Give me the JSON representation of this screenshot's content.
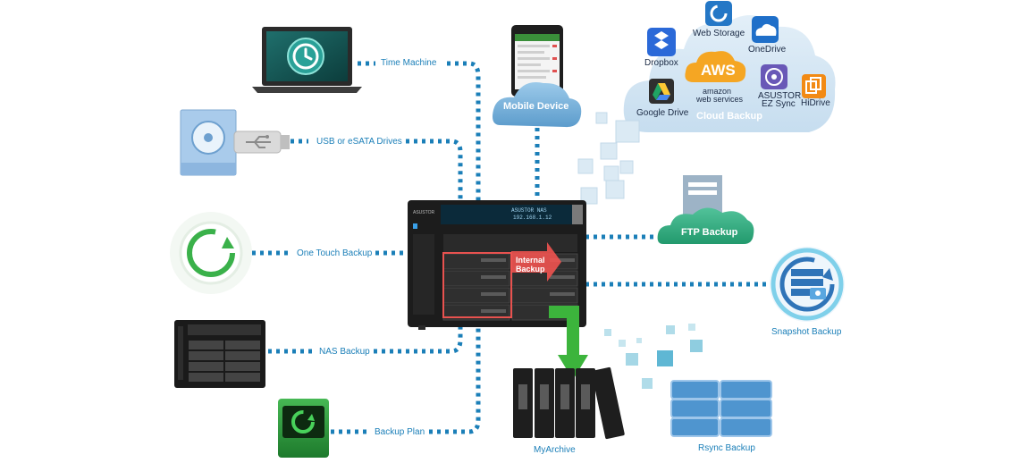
{
  "diagram": {
    "sources": {
      "time_machine": "Time Machine",
      "usb_esata": "USB or eSATA Drives",
      "one_touch": "One Touch Backup",
      "nas_backup": "NAS Backup",
      "backup_plan": "Backup Plan",
      "mobile_device": "Mobile Device"
    },
    "cloud": {
      "title": "Cloud  Backup",
      "services": {
        "dropbox": "Dropbox",
        "web_storage": "Web Storage",
        "onedrive": "OneDrive",
        "aws": "AWS",
        "aws_line1": "amazon",
        "aws_line2": "web services",
        "google_drive": "Google Drive",
        "asustor_line1": "ASUSTOR",
        "asustor_line2": "EZ Sync",
        "hidrive": "HiDrive"
      }
    },
    "targets": {
      "ftp_backup": "FTP Backup",
      "snapshot_backup": "Snapshot Backup",
      "myarchive": "MyArchive",
      "rsync_backup": "Rsync Backup"
    },
    "nas": {
      "internal_line1": "Internal",
      "internal_line2": "Backup",
      "display_line1": "ASUSTOR NAS",
      "display_line2": "192.168.1.12",
      "brand": "ASUSTOR"
    },
    "colors": {
      "dots": "#1b7fb8",
      "label": "#1b7fb8",
      "cloud": "#cfe3f2",
      "internal_arrow": "#ef5350",
      "archive_arrow": "#3cb43c",
      "rsync": "#4f95cf",
      "cube": "#d4e8f4"
    }
  }
}
